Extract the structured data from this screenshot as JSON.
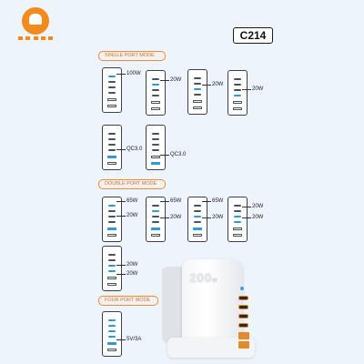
{
  "brand": {
    "logo_icon": "brand-logo-icon",
    "accent": "#f28a1e"
  },
  "model": "C214",
  "sections": {
    "single": "SINGLE PORT MODE",
    "double": "DOUBLE PORT MODE",
    "four": "FOUR PORT MODE"
  },
  "single_port": [
    {
      "labels": [
        "100W"
      ],
      "active": [
        0
      ]
    },
    {
      "labels": [
        "20W"
      ],
      "active": [
        1
      ]
    },
    {
      "labels": [
        "20W"
      ],
      "active": [
        2
      ]
    },
    {
      "labels": [
        "20W"
      ],
      "active": [
        3
      ]
    },
    {
      "labels": [
        "QC3.0"
      ],
      "active": [
        4
      ]
    },
    {
      "labels": [
        "QC3.0"
      ],
      "active": [
        5
      ]
    }
  ],
  "double_port": [
    {
      "labels": [
        "65W",
        "20W"
      ]
    },
    {
      "labels": [
        "65W",
        "20W"
      ]
    },
    {
      "labels": [
        "65W",
        "20W"
      ]
    },
    {
      "labels": [
        "20W",
        "20W"
      ]
    },
    {
      "labels": [
        "20W",
        "20W"
      ]
    }
  ],
  "four_port": [
    {
      "labels": [
        "5V/3A"
      ]
    }
  ],
  "charger": {
    "badge": "200",
    "badge_unit": "W"
  }
}
